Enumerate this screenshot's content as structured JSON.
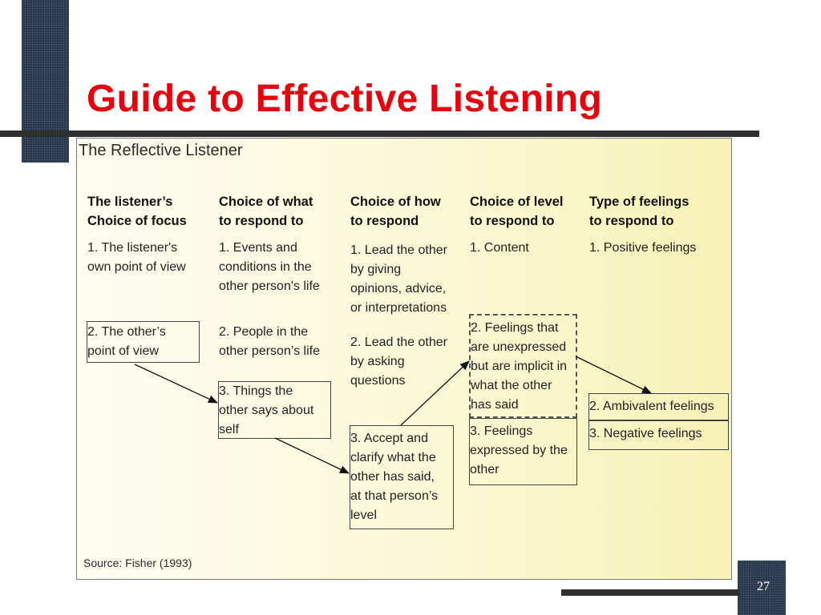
{
  "slide": {
    "title": "Guide to Effective Listening",
    "page_number": "27"
  },
  "diagram": {
    "subtitle": "The Reflective Listener",
    "source": "Source: Fisher (1993)",
    "columns": [
      {
        "header": "The listener’s\nChoice of focus",
        "items": [
          "1. The listener's\nown point of view",
          "2. The other’s\npoint of view"
        ]
      },
      {
        "header": "Choice of what\nto respond to",
        "items": [
          "1. Events and\nconditions in the\nother person's life",
          "2. People in the\nother person’s life",
          "3. Things the\nother says about\nself"
        ]
      },
      {
        "header": "Choice of how\nto respond",
        "items": [
          "1. Lead the other\nby giving\nopinions, advice,\nor interpretations",
          "2. Lead the other\nby asking\nquestions",
          "3. Accept and\nclarify what the\nother has said,\nat that person’s\nlevel"
        ]
      },
      {
        "header": "Choice of level\nto respond to",
        "items": [
          "1. Content",
          "2. Feelings that\nare unexpressed\nbut are implicit in\nwhat the other\nhas said",
          "3. Feelings\nexpressed by the\nother"
        ]
      },
      {
        "header": "Type of feelings\nto respond to",
        "items": [
          "1. Positive feelings",
          "2. Ambivalent feelings",
          "3. Negative feelings"
        ]
      }
    ]
  },
  "colors": {
    "title": "#e8000c",
    "decor": "#25354a",
    "panel_background": "#fbf8d6"
  }
}
